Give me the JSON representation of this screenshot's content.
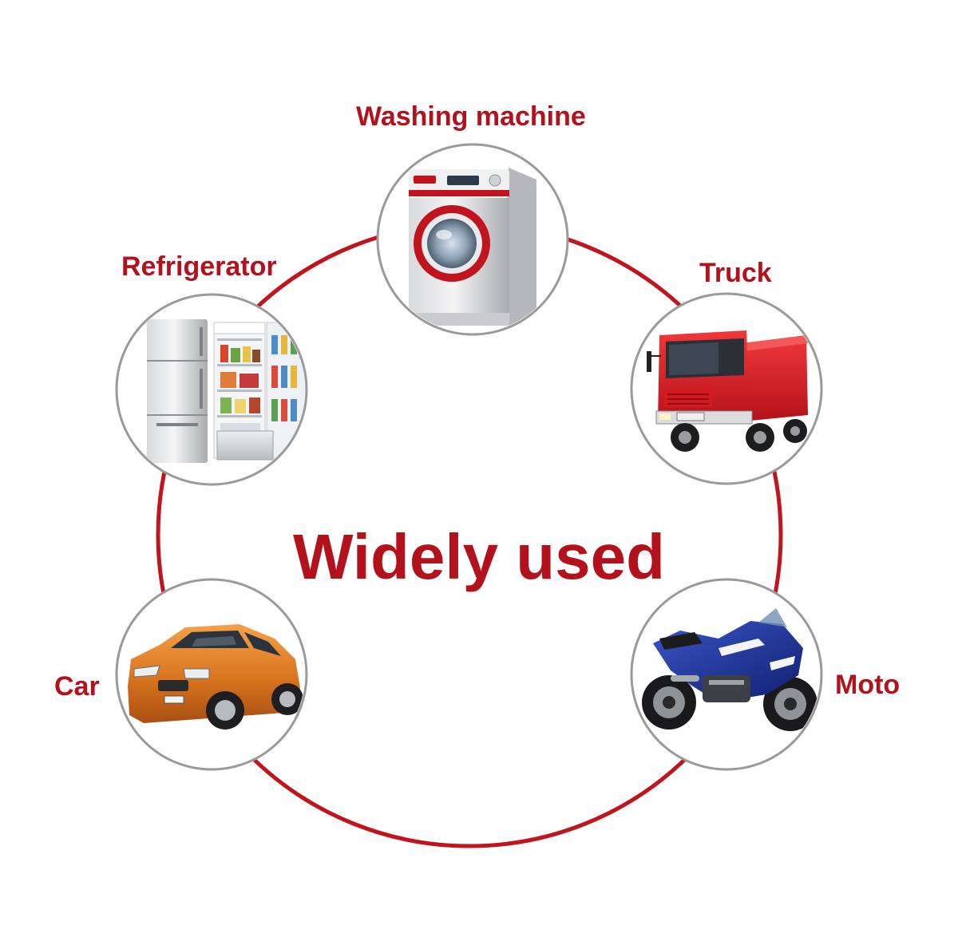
{
  "colors": {
    "accent": "#c0151e",
    "text": "#b3121c",
    "node_ring": "#9a9a9a",
    "background": "#ffffff"
  },
  "title": "Widely used",
  "applications": [
    {
      "id": "washing-machine",
      "label": "Washing machine",
      "icon": "washing-machine-icon"
    },
    {
      "id": "refrigerator",
      "label": "Refrigerator",
      "icon": "refrigerator-icon"
    },
    {
      "id": "truck",
      "label": "Truck",
      "icon": "truck-icon"
    },
    {
      "id": "car",
      "label": "Car",
      "icon": "car-icon"
    },
    {
      "id": "moto",
      "label": "Moto",
      "icon": "motorcycle-icon"
    }
  ]
}
